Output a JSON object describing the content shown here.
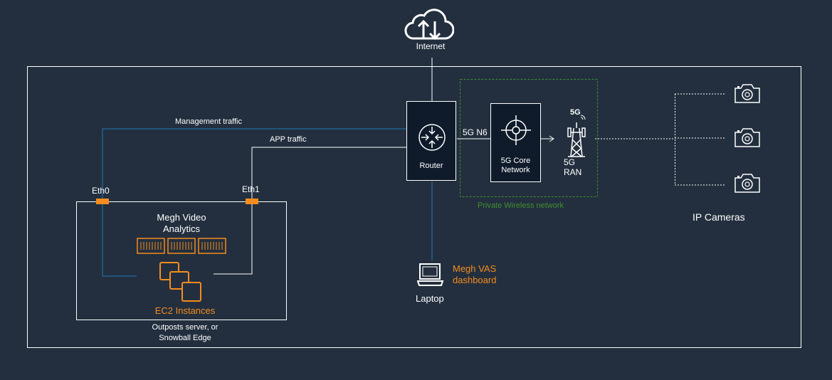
{
  "internet": {
    "label": "Internet",
    "icon": "cloud-upload-download-icon"
  },
  "router": {
    "label": "Router",
    "icon": "router-icon"
  },
  "core": {
    "line1": "5G Core",
    "line2": "Network",
    "icon": "5g-core-network-icon"
  },
  "link_n6": {
    "label": "5G N6"
  },
  "ran": {
    "badge": "5G",
    "line1": "5G",
    "line2": "RAN",
    "icon": "cell-tower-icon"
  },
  "private_network": {
    "label": "Private Wireless  network",
    "color": "#3f8f2f"
  },
  "traffic": {
    "management": "Management traffic",
    "app": "APP traffic"
  },
  "ports": {
    "eth0": "Eth0",
    "eth1": "Eth1",
    "color": "#f58c1f"
  },
  "analytics": {
    "line1": "Megh Video",
    "line2": "Analytics",
    "icon": "container-icon"
  },
  "ec2": {
    "label": "EC2 Instances",
    "icon": "ec2-instances-icon",
    "color": "#f58c1f"
  },
  "outposts": {
    "line1": "Outposts server,  or",
    "line2": "Snowball  Edge"
  },
  "laptop": {
    "label": "Laptop",
    "icon": "laptop-icon"
  },
  "dashboard": {
    "line1": "Megh VAS",
    "line2": "dashboard"
  },
  "cameras": {
    "label": "IP Cameras",
    "icon": "camera-icon"
  },
  "colors": {
    "background": "#232f3e",
    "line": "#ffffff",
    "management_line": "#1f7ab8",
    "accent": "#f58c1f",
    "green": "#3f8f2f"
  }
}
